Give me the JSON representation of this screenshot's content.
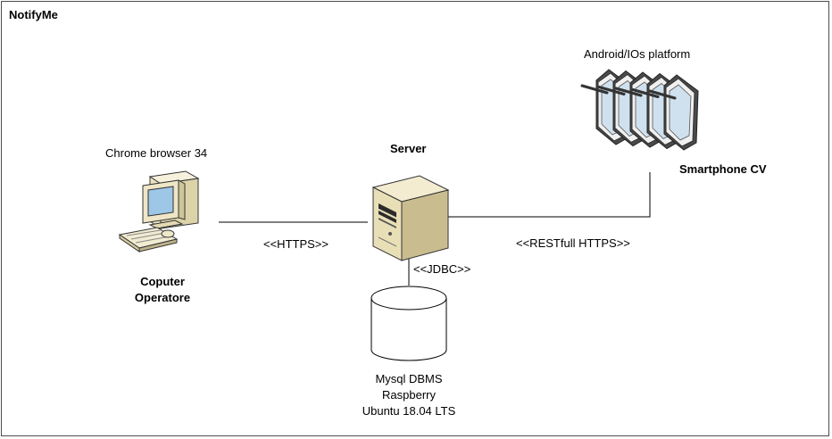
{
  "title": "NotifyMe",
  "nodes": {
    "computer": {
      "caption": "Chrome browser 34",
      "name_line1": "Coputer",
      "name_line2": "Operatore"
    },
    "server": {
      "name": "Server"
    },
    "database": {
      "line1": "Mysql DBMS",
      "line2": "Raspberry",
      "line3": "Ubuntu 18.04 LTS"
    },
    "smartphone": {
      "caption": "Android/IOs platform",
      "name": "Smartphone CV"
    }
  },
  "connections": {
    "computer_server": "<<HTTPS>>",
    "server_db": "<<JDBC>>",
    "server_smartphone": "<<RESTfull HTTPS>>"
  },
  "colors": {
    "line": "#000000",
    "device_beige": "#efe8c8",
    "screen_blue": "#9ec6e6",
    "server_beige": "#e9dfb7"
  }
}
